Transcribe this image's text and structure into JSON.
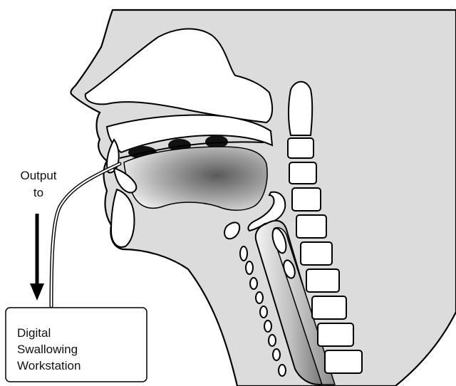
{
  "annotation": {
    "output_line1": "Output",
    "output_line2": "to"
  },
  "workstation": {
    "line1": "Digital",
    "line2": "Swallowing",
    "line3": "Workstation"
  },
  "colors": {
    "head_fill": "#dcdcdc",
    "outline": "#000000",
    "background": "#ffffff"
  }
}
